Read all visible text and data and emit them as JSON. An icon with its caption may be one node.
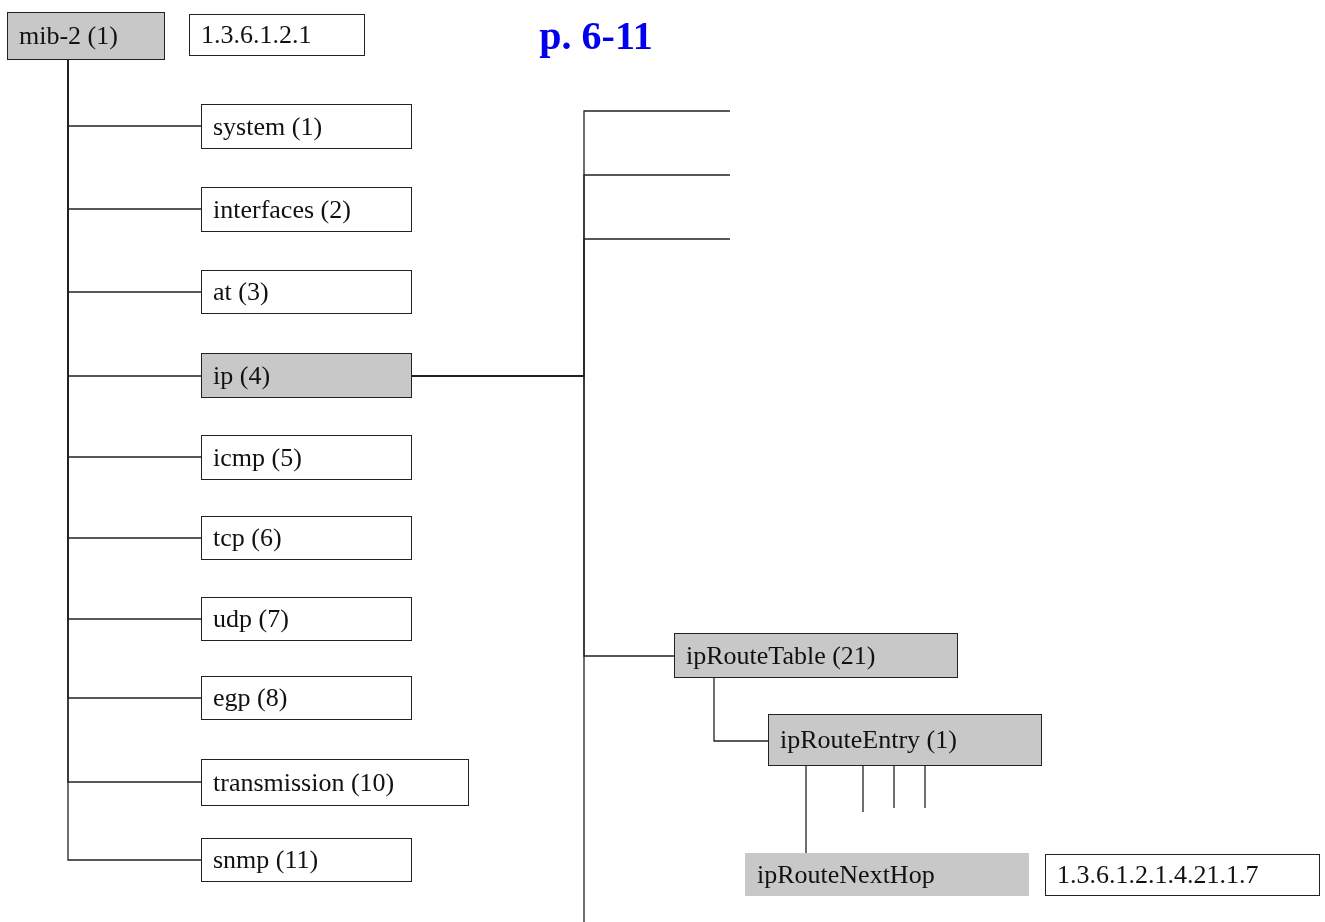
{
  "diagram": {
    "title": "p. 6-11",
    "nodes": [
      {
        "text": [
          "mib-2 (1)"
        ]
      },
      {
        "text": [
          "1.3.6.1.2.1"
        ]
      },
      {
        "text": [
          "system (1)"
        ]
      },
      {
        "text": [
          "interfaces (2)"
        ]
      },
      {
        "text": [
          "at (3)"
        ]
      },
      {
        "text": [
          "ip (4)"
        ]
      },
      {
        "text": [
          "icmp (5)"
        ]
      },
      {
        "text": [
          "tcp (6)"
        ]
      },
      {
        "text": [
          "udp (7)"
        ]
      },
      {
        "text": [
          "egp (8)"
        ]
      },
      {
        "text": [
          "transmission (10)"
        ]
      },
      {
        "text": [
          "snmp (11)"
        ]
      },
      {
        "text": [
          "ipRouteTable (21)"
        ]
      },
      {
        "text": [
          "ipRouteEntry (1)"
        ]
      },
      {
        "text": [
          "ipRouteNextHop"
        ]
      },
      {
        "text": [
          "1.3.6.1.2.1.4.21.1.7"
        ]
      }
    ],
    "edges": [
      {
        "from": 0,
        "to": 2,
        "arrow": "none"
      },
      {
        "from": 0,
        "to": 3,
        "arrow": "none"
      },
      {
        "from": 0,
        "to": 4,
        "arrow": "none"
      },
      {
        "from": 0,
        "to": 5,
        "arrow": "none"
      },
      {
        "from": 0,
        "to": 6,
        "arrow": "none"
      },
      {
        "from": 0,
        "to": 7,
        "arrow": "none"
      },
      {
        "from": 0,
        "to": 8,
        "arrow": "none"
      },
      {
        "from": 0,
        "to": 9,
        "arrow": "none"
      },
      {
        "from": 0,
        "to": 10,
        "arrow": "none"
      },
      {
        "from": 0,
        "to": 11,
        "arrow": "none"
      },
      {
        "from": 5,
        "to": 12,
        "arrow": "none"
      },
      {
        "from": 5,
        "to": null,
        "arrow": "none"
      },
      {
        "from": 5,
        "to": null,
        "arrow": "none"
      },
      {
        "from": 5,
        "to": null,
        "arrow": "none"
      },
      {
        "from": 5,
        "to": null,
        "arrow": "none"
      },
      {
        "from": 12,
        "to": 13,
        "arrow": "none"
      },
      {
        "from": 13,
        "to": 14,
        "arrow": "none"
      },
      {
        "from": 13,
        "to": null,
        "arrow": "none"
      },
      {
        "from": 13,
        "to": null,
        "arrow": "none"
      },
      {
        "from": 13,
        "to": null,
        "arrow": "none"
      }
    ]
  }
}
